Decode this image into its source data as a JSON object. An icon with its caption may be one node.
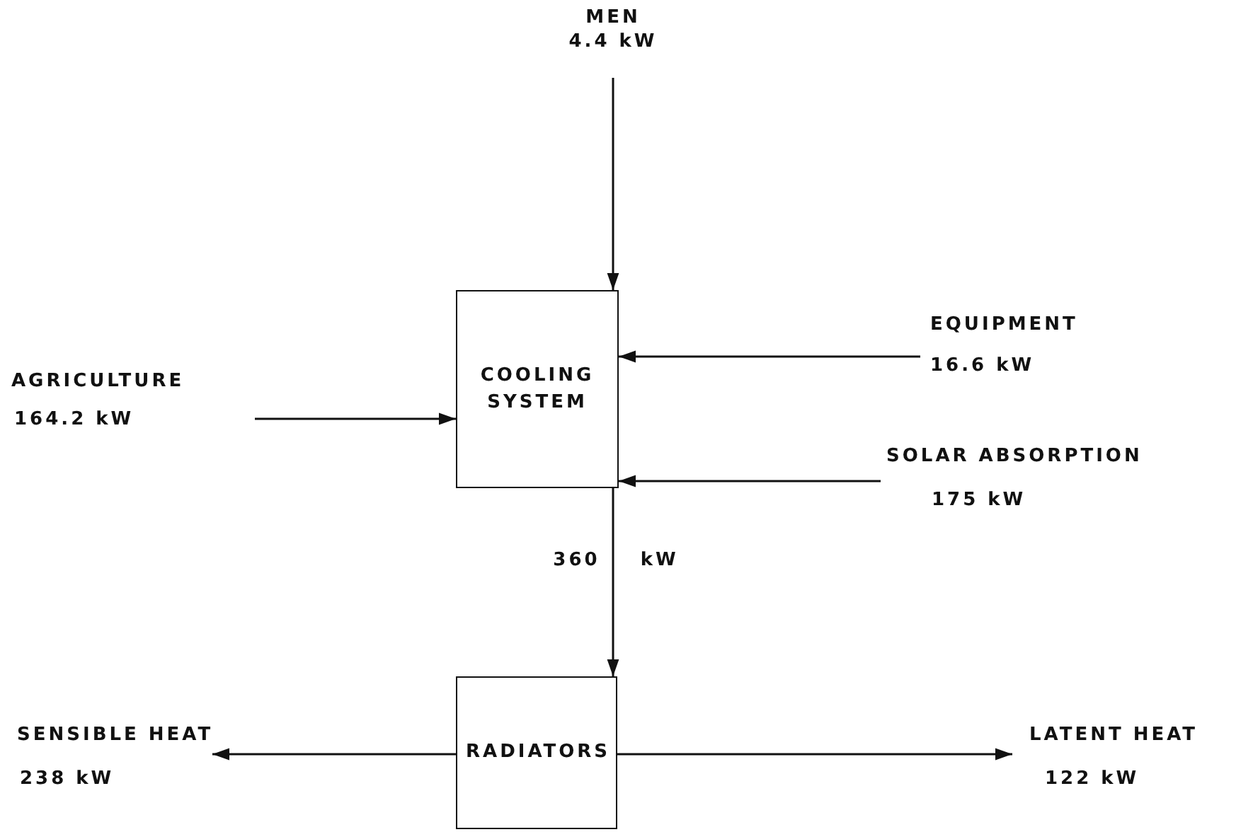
{
  "diagram": {
    "nodes": [
      {
        "text": [
          "MEN",
          "4.4 kW"
        ]
      },
      {
        "text": [
          "AGRICULTURE",
          "164.2 kW"
        ]
      },
      {
        "text": [
          "COOLING SYSTEM"
        ]
      },
      {
        "text": [
          "EQUIPMENT",
          "16.6 kW"
        ]
      },
      {
        "text": [
          "SOLAR ABSORPTION",
          "175 kW"
        ]
      },
      {
        "text": [
          "RADIATORS"
        ]
      },
      {
        "text": [
          "SENSIBLE HEAT",
          "238 kW"
        ]
      },
      {
        "text": [
          "LATENT HEAT",
          "122 kW"
        ]
      }
    ],
    "edges": [
      {
        "from": 0,
        "to": 2,
        "arrow": "to"
      },
      {
        "from": 1,
        "to": 2,
        "arrow": "to"
      },
      {
        "from": 3,
        "to": 2,
        "arrow": "to"
      },
      {
        "from": 4,
        "to": 2,
        "arrow": "to"
      },
      {
        "from": 2,
        "to": 5,
        "arrow": "to",
        "label": "360 kW"
      },
      {
        "from": 5,
        "to": 6,
        "arrow": "to"
      },
      {
        "from": 5,
        "to": 7,
        "arrow": "to"
      }
    ]
  }
}
